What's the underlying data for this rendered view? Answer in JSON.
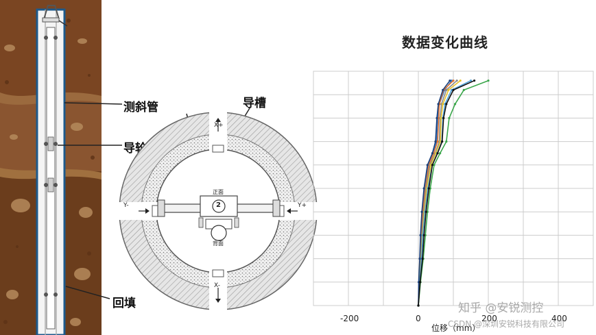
{
  "callouts": {
    "casing": "测斜管",
    "wheel": "导轮",
    "backfill": "回填",
    "groove": "导槽"
  },
  "section": {
    "x_pos": "X+",
    "x_neg": "X-",
    "y_pos": "Y+",
    "y_neg": "Y-",
    "front": "正面",
    "back": "背面",
    "probe_number": "2"
  },
  "chart": {
    "title": "数据变化曲线",
    "xlabel": "位移（mm）"
  },
  "watermark": {
    "line1": "知乎 @安锐测控",
    "line2": "CSDN @深圳安锐科技有限公司"
  },
  "colors": {
    "soil_dark": "#6b3d1c",
    "soil_mid": "#8a5530",
    "casing_outline": "#1d5a8c",
    "section_ring": "#d9d9d9",
    "grid": "#cccccc"
  },
  "chart_data": {
    "type": "line",
    "title": "数据变化曲线",
    "xlabel": "位移（mm）",
    "ylabel": "",
    "xlim": [
      -300,
      500
    ],
    "xticks": [
      "-200",
      "0",
      "200",
      "400"
    ],
    "grid": true,
    "series": [
      {
        "color": "#2b7bd6",
        "x": [
          0,
          2,
          5,
          8,
          12,
          18,
          28,
          42,
          52,
          55,
          60,
          75,
          95
        ],
        "y": [
          0,
          1,
          2,
          3,
          4,
          5,
          6,
          6.5,
          7,
          8,
          8.6,
          9.2,
          9.6
        ]
      },
      {
        "color": "#e8742a",
        "x": [
          0,
          2,
          6,
          9,
          13,
          20,
          30,
          44,
          55,
          58,
          60,
          72,
          100
        ],
        "y": [
          0,
          1,
          2,
          3,
          4,
          5,
          6,
          6.5,
          7,
          8,
          8.6,
          9.2,
          9.6
        ]
      },
      {
        "color": "#8a8a8a",
        "x": [
          0,
          3,
          7,
          10,
          15,
          22,
          33,
          48,
          60,
          62,
          66,
          80,
          110
        ],
        "y": [
          0,
          1,
          2,
          3,
          4,
          5,
          6,
          6.5,
          7,
          8,
          8.6,
          9.2,
          9.6
        ]
      },
      {
        "color": "#e8c22a",
        "x": [
          0,
          3,
          8,
          12,
          17,
          24,
          36,
          50,
          63,
          65,
          70,
          86,
          120
        ],
        "y": [
          0,
          1,
          2,
          3,
          4,
          5,
          6,
          6.5,
          7,
          8,
          8.6,
          9.2,
          9.6
        ]
      },
      {
        "color": "#4fa3d9",
        "x": [
          0,
          4,
          9,
          13,
          19,
          27,
          40,
          54,
          67,
          70,
          76,
          95,
          150
        ],
        "y": [
          0,
          1,
          2,
          3,
          4,
          5,
          6,
          6.5,
          7,
          8,
          8.6,
          9.2,
          9.6
        ]
      },
      {
        "color": "#3aa64a",
        "x": [
          0,
          6,
          14,
          20,
          26,
          34,
          45,
          62,
          80,
          88,
          105,
          130,
          200
        ],
        "y": [
          0,
          1,
          2,
          3,
          4,
          5,
          6,
          6.5,
          7,
          8,
          8.6,
          9.2,
          9.6
        ]
      },
      {
        "color": "#1a3f7a",
        "x": [
          0,
          1,
          4,
          6,
          10,
          16,
          26,
          40,
          49,
          53,
          57,
          70,
          90
        ],
        "y": [
          0,
          1,
          2,
          3,
          4,
          5,
          6,
          6.5,
          7,
          8,
          8.6,
          9.2,
          9.6
        ]
      },
      {
        "color": "#111111",
        "x": [
          0,
          5,
          12,
          16,
          22,
          30,
          40,
          55,
          68,
          72,
          80,
          100,
          160
        ],
        "y": [
          0,
          1,
          2,
          3,
          4,
          5,
          6,
          6.5,
          7,
          8,
          8.6,
          9.2,
          9.6
        ]
      }
    ]
  }
}
